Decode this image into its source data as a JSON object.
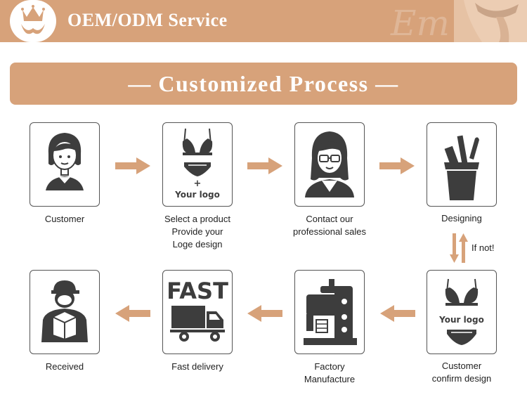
{
  "header": {
    "title": "OEM/ODM Service",
    "watermark": "Em"
  },
  "banner": {
    "title": "— Customized Process —"
  },
  "steps": [
    {
      "line1": "Customer",
      "line2": "",
      "line3": ""
    },
    {
      "line1": "Select a product",
      "line2": "Provide your",
      "line3": "Loge design"
    },
    {
      "line1": "Contact our",
      "line2": "professional sales",
      "line3": ""
    },
    {
      "line1": "Designing",
      "line2": "",
      "line3": ""
    },
    {
      "line1": "Customer",
      "line2": "confirm design",
      "line3": ""
    },
    {
      "line1": "Factory",
      "line2": "Manufacture",
      "line3": ""
    },
    {
      "line1": "Fast delivery",
      "line2": "",
      "line3": ""
    },
    {
      "line1": "Received",
      "line2": "",
      "line3": ""
    }
  ],
  "icons": {
    "plus": "+",
    "your_logo": "Your logo",
    "fast": "FAST"
  },
  "loop_label": "If not!",
  "colors": {
    "accent": "#d7a27a",
    "icon": "#3d3d3d"
  }
}
